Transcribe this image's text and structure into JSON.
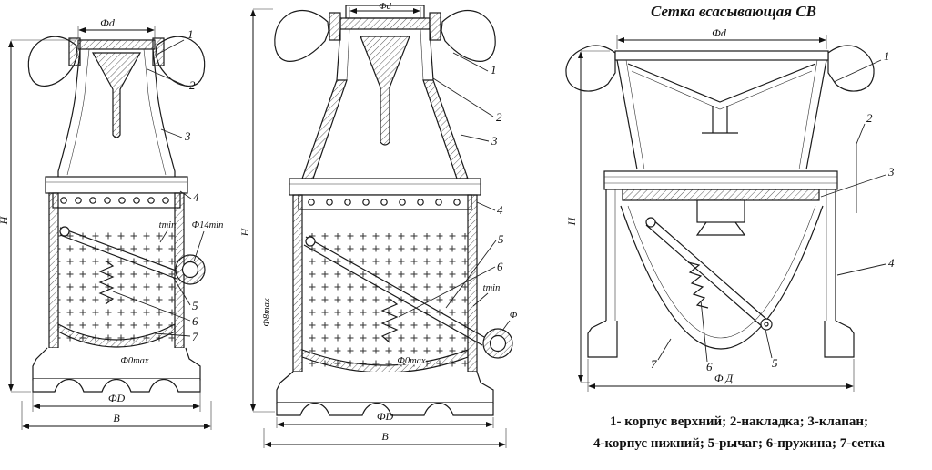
{
  "title": "Сетка всасывающая СВ",
  "legend": {
    "line1": "1- корпус верхний; 2-накладка; 3-клапан;",
    "line2": "4-корпус нижний; 5-рычаг; 6-пружина; 7-сетка"
  },
  "colors": {
    "ink": "#1a1a1a",
    "paper": "#ffffff"
  },
  "views": {
    "left": {
      "dim_top": "Фd",
      "dim_height": "H",
      "dim_thickness": "tmin",
      "dim_ring_hole": "Ф14min",
      "dim_mesh": "Ф0max",
      "dim_diameter": "ФD",
      "dim_width": "B",
      "callouts": [
        "1",
        "2",
        "3",
        "4",
        "5",
        "6",
        "7"
      ]
    },
    "middle": {
      "dim_top": "Фd",
      "dim_height": "H",
      "dim_wall": "Ф8max",
      "dim_thickness": "tmin",
      "dim_ring": "Ф",
      "dim_mesh": "Ф0max",
      "dim_diameter": "ФD",
      "dim_width": "B",
      "callouts": [
        "1",
        "2",
        "3",
        "4",
        "5",
        "6"
      ]
    },
    "right": {
      "dim_top": "Фd",
      "dim_height": "H",
      "dim_diameter": "Ф Д",
      "callouts": [
        "1",
        "2",
        "3",
        "4",
        "5",
        "6",
        "7"
      ]
    }
  }
}
